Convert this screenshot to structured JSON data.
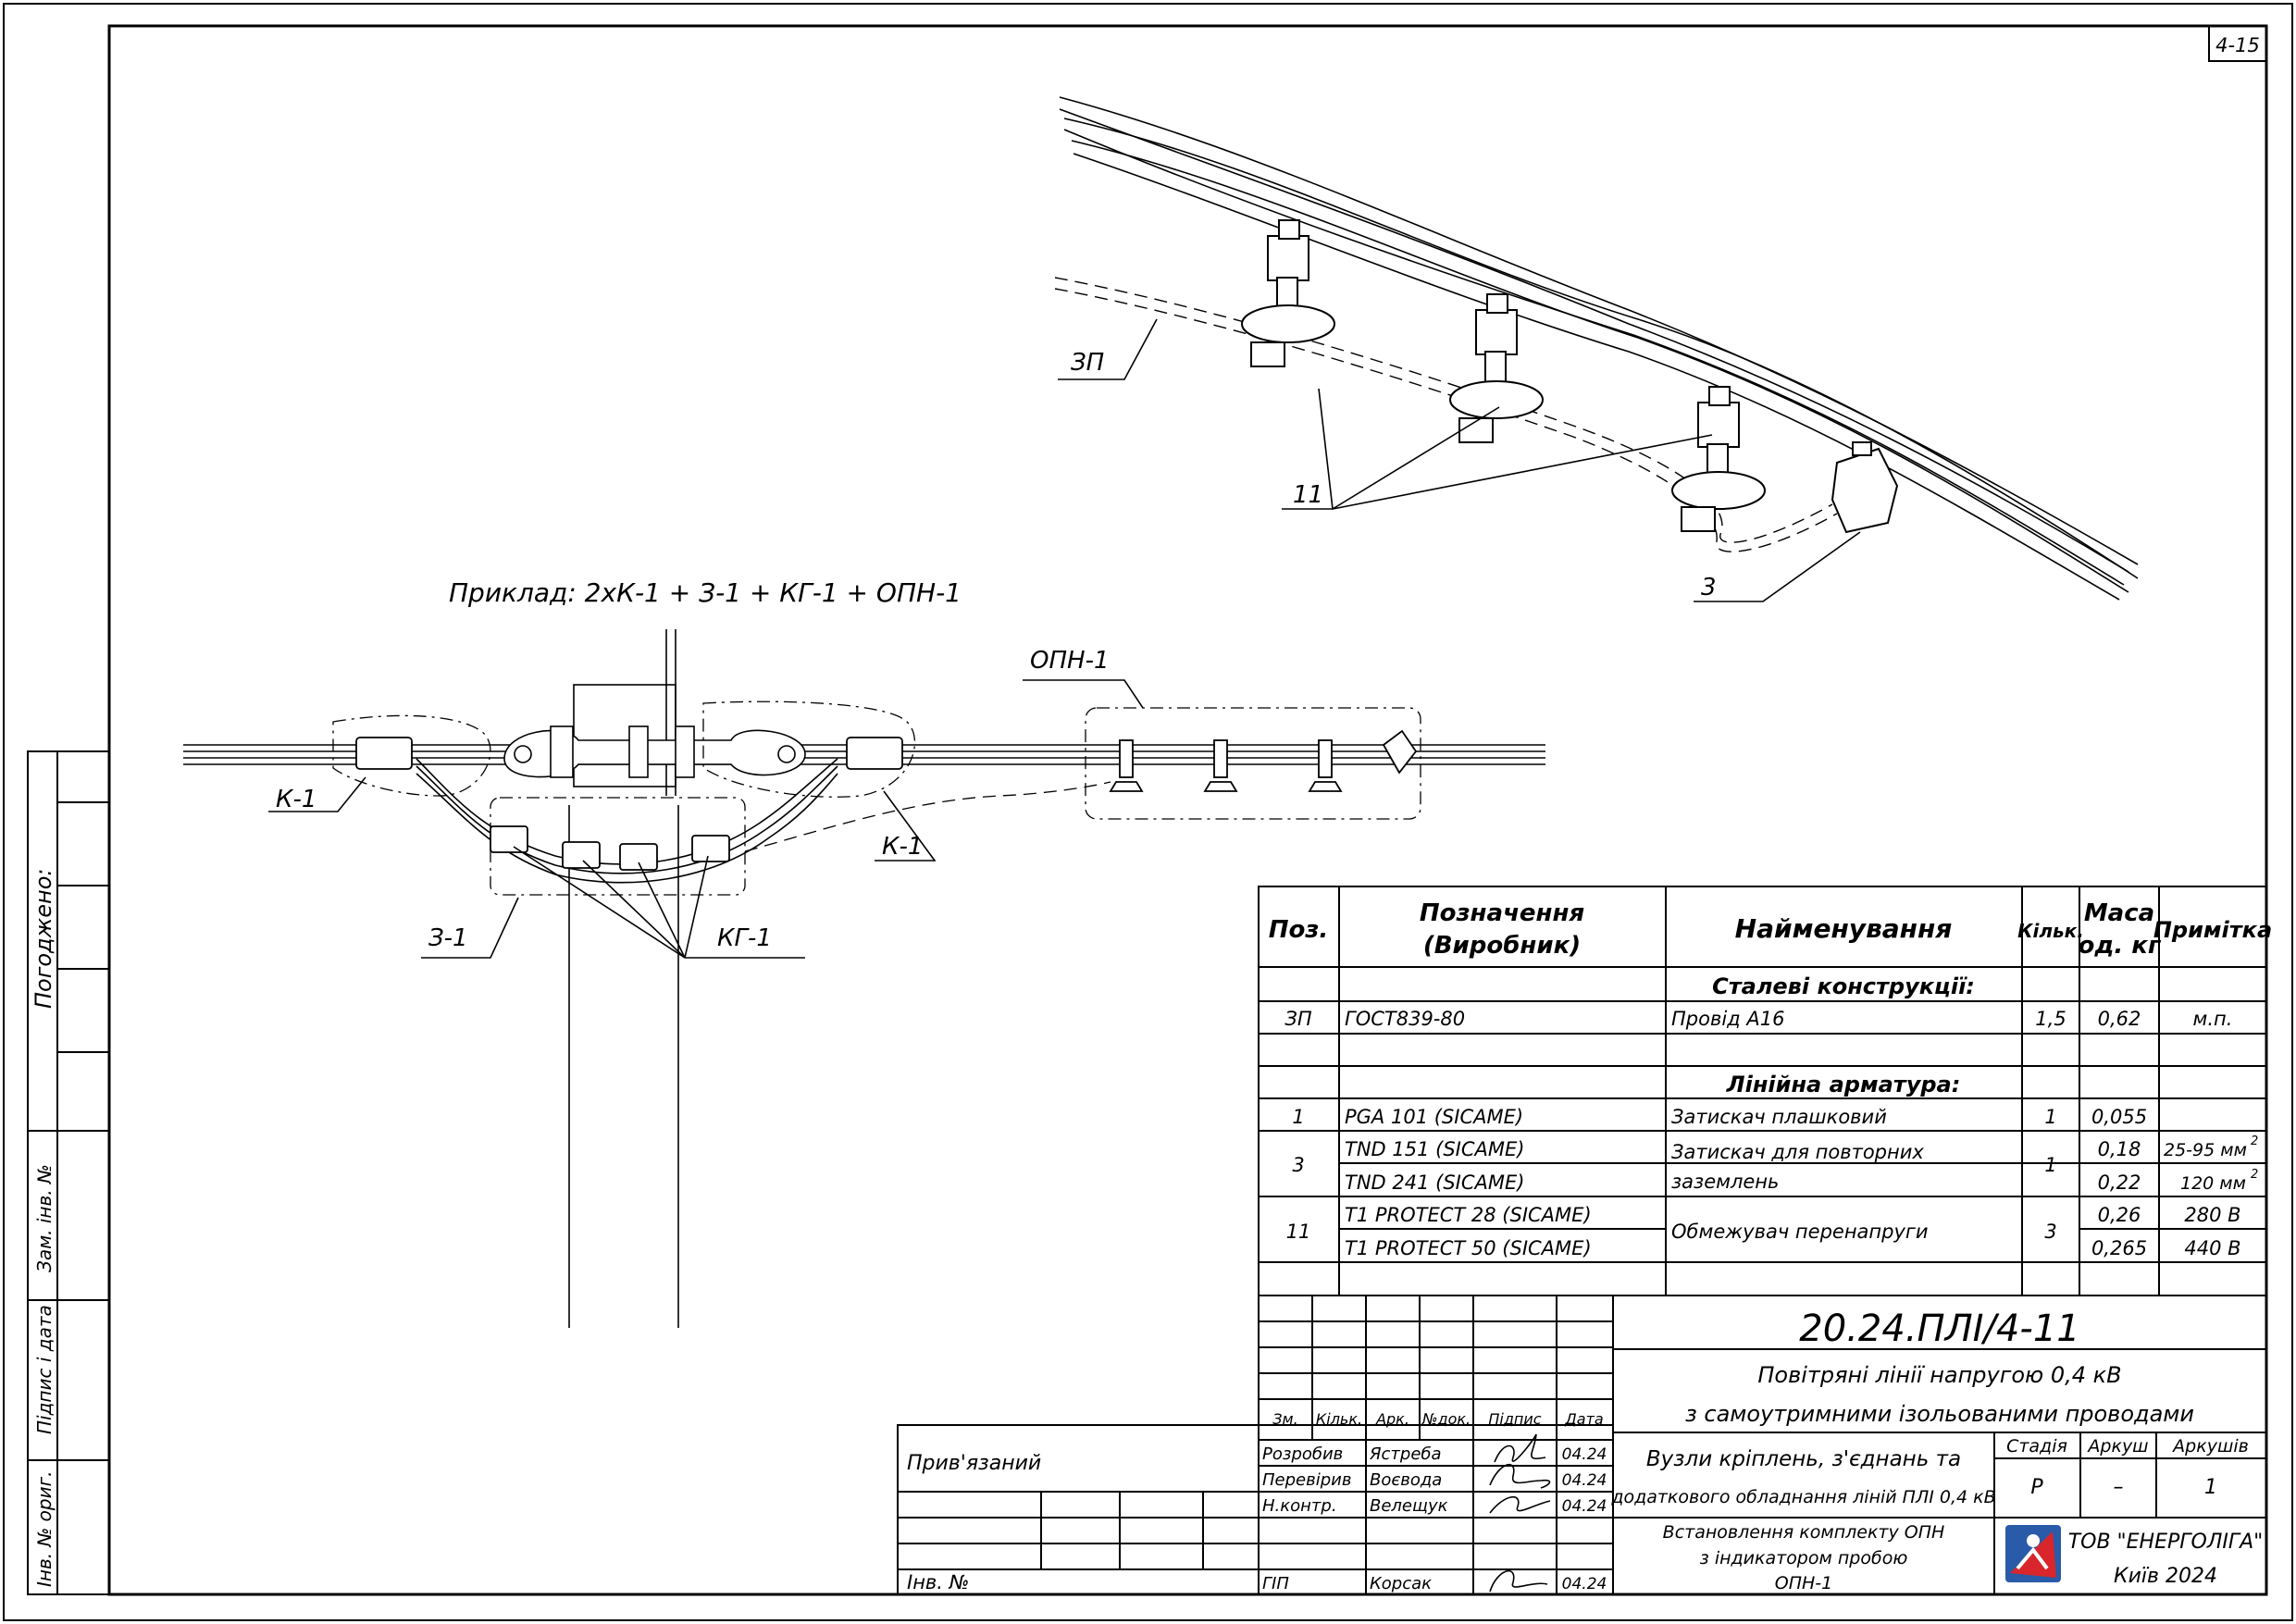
{
  "sheet_code": "4-15",
  "example_label": "Приклад: 2хК-1 + З-1 + КГ-1 + ОПН-1",
  "callouts": {
    "zp": "ЗП",
    "n11": "11",
    "n3": "3",
    "k1_left": "К-1",
    "k1_right": "К-1",
    "z1": "З-1",
    "kg1": "КГ-1",
    "opn1": "ОПН-1"
  },
  "left_strip": {
    "pogodzheno": "Погоджено:",
    "zam_inv": "Зам. інв. №",
    "pidpys_data": "Підпис і дата",
    "inv_orig": "Інв. № ориг."
  },
  "spec": {
    "headers": {
      "pos": "Поз.",
      "designation_1": "Позначення",
      "designation_2": "(Виробник)",
      "name": "Найменування",
      "qty": "Кільк.",
      "mass_1": "Маса",
      "mass_2": "од. кг",
      "note": "Примітка"
    },
    "section_steel": "Сталеві конструкції:",
    "section_fittings": "Лінійна арматура:",
    "rows": {
      "zp_pos": "ЗП",
      "zp_designation": "ГОСТ839-80",
      "zp_name": "Провід А16",
      "zp_qty": "1,5",
      "zp_mass": "0,62",
      "zp_note": "м.п.",
      "r1_pos": "1",
      "r1_designation": "PGA 101  (SICAME)",
      "r1_name": "Затискач плашковий",
      "r1_qty": "1",
      "r1_mass": "0,055",
      "r3_pos": "3",
      "r3_designation_a": "TND 151  (SICAME)",
      "r3_designation_b": "TND 241  (SICAME)",
      "r3_name_a": "Затискач для повторних",
      "r3_name_b": "заземлень",
      "r3_qty": "1",
      "r3_mass_a": "0,18",
      "r3_mass_b": "0,22",
      "r3_note_a": "25-95 мм",
      "r3_note_b": "120 мм",
      "r3_sup": "2",
      "r11_pos": "11",
      "r11_designation_a": "T1 PROTECT 28  (SICAME)",
      "r11_designation_b": "T1 PROTECT 50  (SICAME)",
      "r11_name": "Обмежувач перенапруги",
      "r11_qty": "3",
      "r11_mass_a": "0,26",
      "r11_mass_b": "0,265",
      "r11_note_a": "280 В",
      "r11_note_b": "440 В"
    }
  },
  "title_block": {
    "doc_code": "20.24.ПЛІ/4-11",
    "project_1": "Повітряні лінії напругою 0,4 кВ",
    "project_2": "з самоутримними ізольованими проводами",
    "sheet_title_1": "Вузли кріплень, з'єднань та",
    "sheet_title_2": "додаткового обладнання ліній ПЛІ 0,4 кВ",
    "drawing_name_1": "Встановлення комплекту ОПН",
    "drawing_name_2": "з індикатором пробою",
    "drawing_name_3": "ОПН-1",
    "stage_label": "Стадія",
    "sheet_label": "Аркуш",
    "sheets_label": "Аркушів",
    "stage_value": "Р",
    "sheet_value": "–",
    "sheets_value": "1",
    "company": "ТОВ \"ЕНЕРГОЛІГА\"",
    "city_year": "Київ 2024",
    "prybyazanyi": "Прив'язаний",
    "inv_no": "Інв. №",
    "col_zm": "Зм.",
    "col_kilk": "Кільк.",
    "col_ark": "Арк.",
    "col_ndok": "№док.",
    "col_pidpys": "Підпис",
    "col_data": "Дата",
    "role_1": "Розробив",
    "name_1": "Ястреба",
    "date_1": "04.24",
    "role_2": "Перевірив",
    "name_2": "Воєвода",
    "date_2": "04.24",
    "role_3": "Н.контр.",
    "name_3": "Велещук",
    "date_3": "04.24",
    "role_4": "ГІП",
    "name_4": "Корсак",
    "date_4": "04.24"
  },
  "colors": {
    "logo_red": "#d9262c",
    "logo_blue": "#2a5ba8"
  }
}
